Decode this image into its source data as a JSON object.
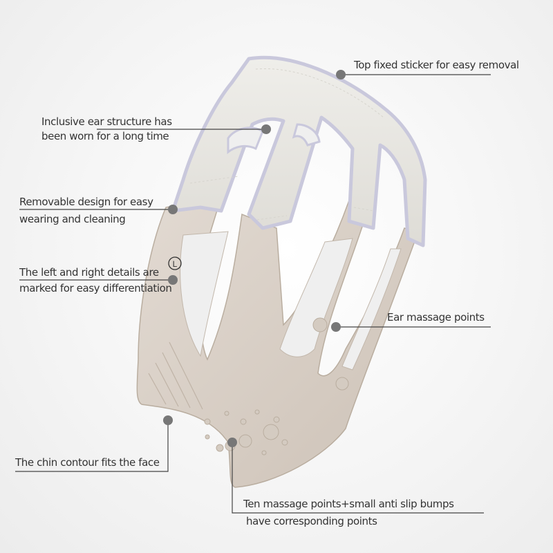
{
  "colors": {
    "background": "#f2f2f2",
    "strap_fabric": "#e8e6e1",
    "strap_edge": "#c9c8dc",
    "silicone": "#d8cfc6",
    "silicone_shadow": "#c3b8ac",
    "leader_line": "#444444",
    "leader_dot": "#777777",
    "label_text": "#333333"
  },
  "annotations": {
    "top_sticker": {
      "line1": "Top fixed sticker for easy removal"
    },
    "ear_structure": {
      "line1": "Inclusive ear structure has",
      "line2": "been worn for a long time"
    },
    "removable": {
      "line1": "Removable design for easy",
      "line2": "wearing and cleaning"
    },
    "left_right": {
      "line1": "The left and right details are",
      "line2": "marked for easy differentiation"
    },
    "ear_massage": {
      "line1": "Ear massage points"
    },
    "chin_contour": {
      "line1": "The chin contour fits the face"
    },
    "ten_points": {
      "line1": "Ten massage points+small anti slip bumps",
      "line2": "have corresponding points"
    }
  },
  "product": {
    "side_marker": "L",
    "icon": "v-line-face-lifting-mask"
  }
}
